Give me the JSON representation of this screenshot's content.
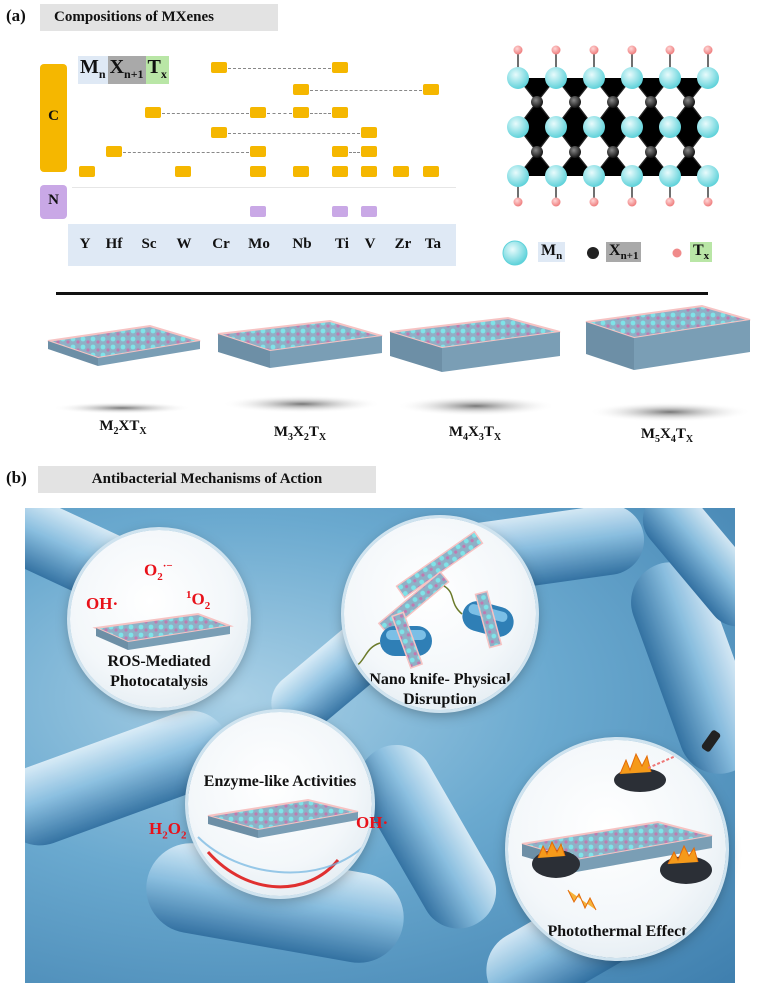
{
  "panel_a": {
    "letter": "(a)",
    "title": "Compositions of MXenes",
    "formula": {
      "m": "M",
      "m_sub": "n",
      "x": "X",
      "x_sub": "n+1",
      "t": "T",
      "t_sub": "x"
    },
    "group_c": "C",
    "group_n": "N",
    "elements": [
      "Y",
      "Hf",
      "Sc",
      "W",
      "Cr",
      "Mo",
      "Nb",
      "Ti",
      "V",
      "Zr",
      "Ta"
    ],
    "legend": [
      {
        "symbol": "M",
        "sub": "n"
      },
      {
        "symbol": "X",
        "sub": "n+1"
      },
      {
        "symbol": "T",
        "sub": "x"
      }
    ],
    "structures": [
      {
        "m": "M",
        "m_sub": "2",
        "x": "X",
        "x_sub": "",
        "t": "T",
        "t_sub": "X"
      },
      {
        "m": "M",
        "m_sub": "3",
        "x": "X",
        "x_sub": "2",
        "t": "T",
        "t_sub": "X"
      },
      {
        "m": "M",
        "m_sub": "4",
        "x": "X",
        "x_sub": "3",
        "t": "T",
        "t_sub": "X"
      },
      {
        "m": "M",
        "m_sub": "5",
        "x": "X",
        "x_sub": "4",
        "t": "T",
        "t_sub": "X"
      }
    ],
    "colors": {
      "carbon": "#f5b700",
      "nitrogen": "#c9a8e6",
      "metal": "#7fe3e8",
      "x_atom": "#333333",
      "t_atom": "#f08a8a"
    }
  },
  "panel_b": {
    "letter": "(b)",
    "title": "Antibacterial Mechanisms of Action",
    "ros": {
      "label1": "ROS-Mediated",
      "label2": "Photocatalysis",
      "o2": "O",
      "o2_sub": "2",
      "o2_sup": "·−",
      "oh": "OH·",
      "singlet_sup": "1",
      "singlet": "O",
      "singlet_sub": "2"
    },
    "knife": {
      "label1": "Nano knife- Physical",
      "label2": "Disruption"
    },
    "enzyme": {
      "label": "Enzyme-like Activities",
      "h2o2": "H",
      "h2o2_sub1": "2",
      "h2o2_mid": "O",
      "h2o2_sub2": "2",
      "oh": "OH·"
    },
    "photo": {
      "label": "Photothermal Effect"
    },
    "colors": {
      "background": "#5f9fc8",
      "red_text": "#e8111a"
    }
  }
}
